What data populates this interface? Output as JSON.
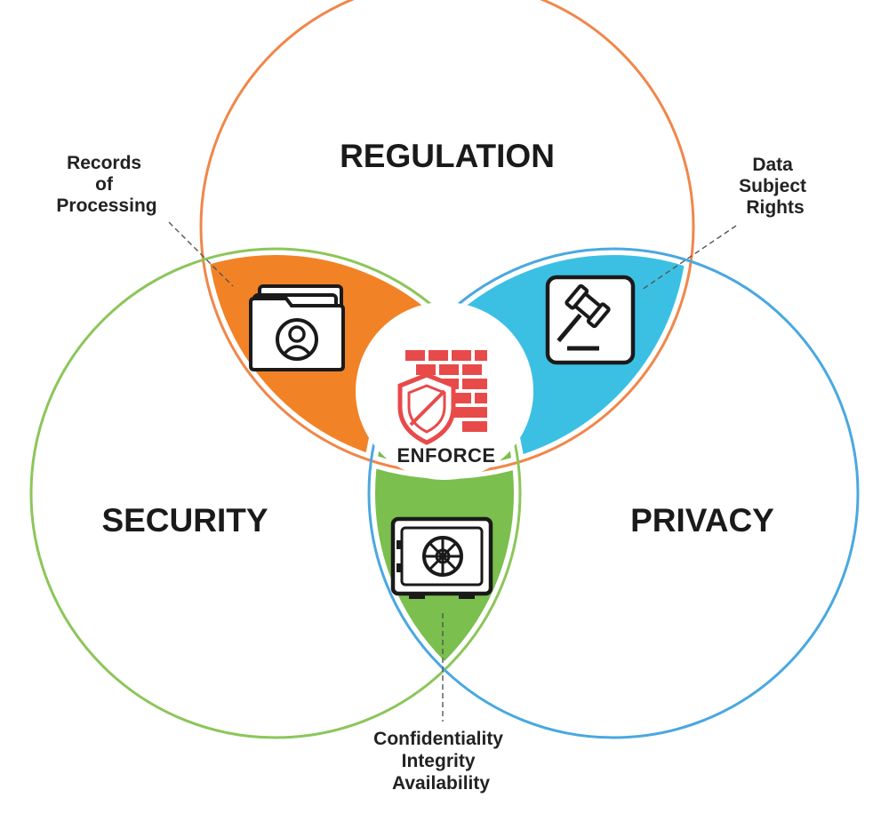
{
  "circles": {
    "regulation": {
      "label": "REGULATION",
      "color": "#f0874a"
    },
    "security": {
      "label": "SECURITY",
      "color": "#8cc65a"
    },
    "privacy": {
      "label": "PRIVACY",
      "color": "#4aa8e0"
    }
  },
  "overlaps": {
    "regulation_security": {
      "color": "#f28226",
      "icon": "records-folder-icon"
    },
    "regulation_privacy": {
      "color": "#3bc0e4",
      "icon": "gavel-icon"
    },
    "security_privacy": {
      "color": "#7bbf4e",
      "icon": "safe-vault-icon"
    }
  },
  "center": {
    "label": "ENFORCE",
    "icon": "firewall-shield-icon",
    "color": "#e84a4a"
  },
  "callouts": {
    "records": [
      "Records",
      "of",
      "Processing"
    ],
    "dsr": [
      "Data",
      "Subject",
      "Rights"
    ],
    "cia": [
      "Confidentiality",
      "Integrity",
      "Availability"
    ]
  }
}
